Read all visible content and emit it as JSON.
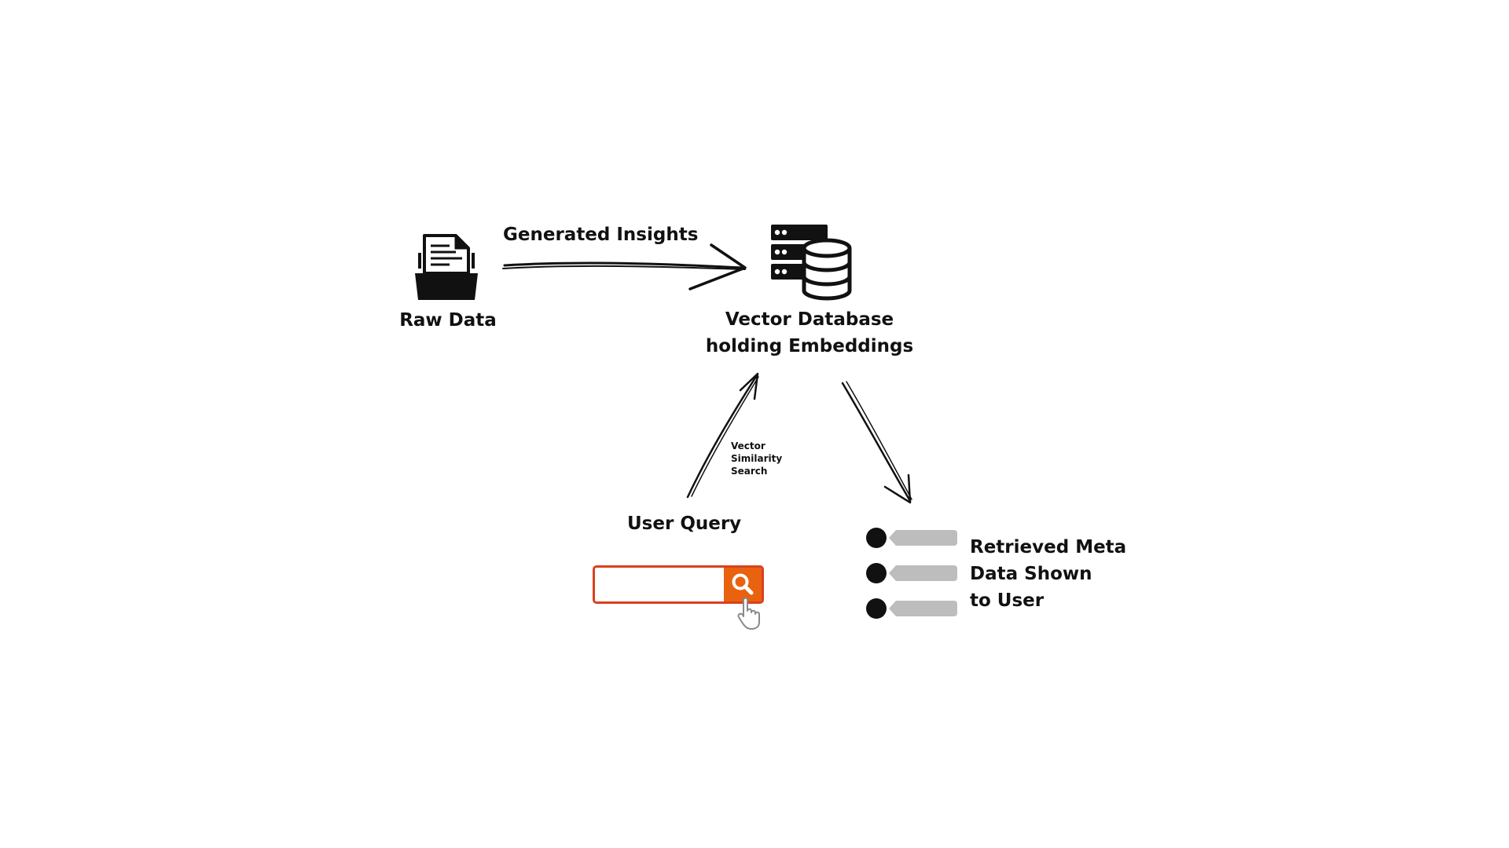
{
  "nodes": {
    "raw_data": {
      "label": "Raw Data",
      "icon": "folder-document-icon"
    },
    "vector_db": {
      "label_lines": [
        "Vector Database",
        "holding Embeddings"
      ],
      "icon": "database-server-icon"
    },
    "user_query": {
      "label": "User Query",
      "icon": "search-bar-icon"
    },
    "retrieved": {
      "label_lines": [
        "Retrieved Meta",
        "Data Shown",
        "to User"
      ],
      "icon": "bullet-list-icon",
      "item_count": 3
    }
  },
  "edges": {
    "generated_insights": {
      "label": "Generated Insights"
    },
    "similarity": {
      "label_lines": [
        "Vector",
        "Similarity",
        "Search"
      ]
    }
  },
  "search": {
    "value": "",
    "placeholder": ""
  },
  "colors": {
    "ink": "#111111",
    "search_border": "#d9411f",
    "search_button": "#e8620f",
    "list_bar": "#bdbdbd",
    "background": "#ffffff"
  }
}
